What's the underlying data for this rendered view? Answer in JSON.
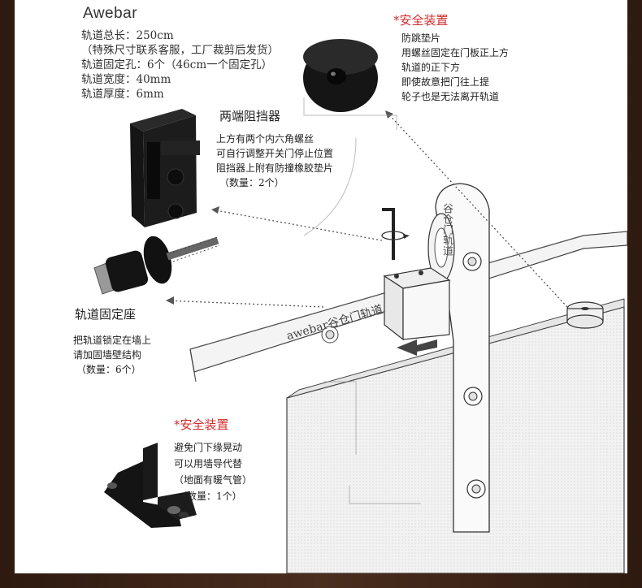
{
  "brand": "Awebar",
  "specs": [
    "轨道总长：250cm",
    "（特殊尺寸联系客服，工厂裁剪后发货）",
    "轨道固定孔：6个（46cm一个固定孔）",
    "轨道宽度：40mm",
    "轨道厚度：6mm"
  ],
  "anti_jump": {
    "title": "*安全装置",
    "lines": [
      "防跳垫片",
      "用螺丝固定在门板正上方",
      "轨道的正下方",
      "即使故意把门往上提",
      "轮子也是无法离开轨道"
    ]
  },
  "stopper": {
    "title": "两端阻挡器",
    "lines": [
      "上方有两个内六角螺丝",
      "可自行调整开关门停止位置",
      "阻挡器上附有防撞橡胶垫片",
      "（数量：2个）"
    ]
  },
  "mount": {
    "title": "轨道固定座",
    "lines": [
      "把轨道锁定在墙上",
      "请加固墙壁结构",
      "（数量：6个）"
    ]
  },
  "floor_guide": {
    "title": "*安全装置",
    "lines": [
      "避免门下缘晃动",
      "可以用墙导代替",
      "（地面有暖气管）",
      "（数量：1个）"
    ]
  },
  "watermark": {
    "rail": "awebar谷仓门轨道",
    "hanger": "谷仓门轨道"
  },
  "colors": {
    "accent_red": "#d42c2c",
    "frame": "#3a2418"
  }
}
